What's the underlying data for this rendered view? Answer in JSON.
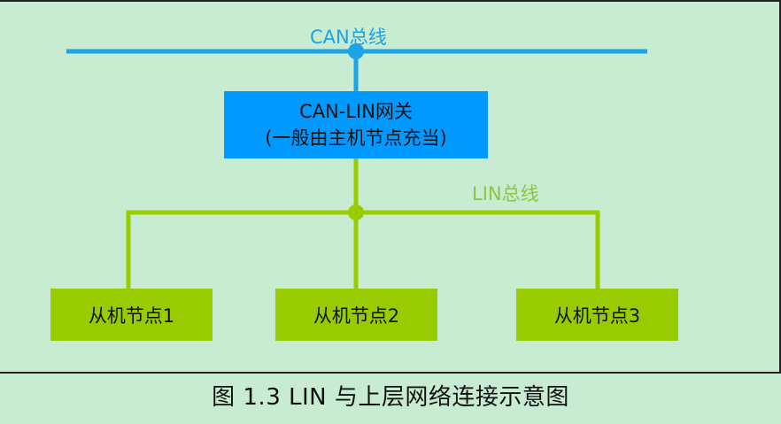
{
  "colors": {
    "background": "#c8ecd1",
    "can_bus": "#1aa3e8",
    "lin_bus": "#99cc00",
    "gateway_fill": "#0099ff",
    "node_fill": "#99cc00"
  },
  "diagram": {
    "can_bus_label": "CAN总线",
    "lin_bus_label": "LIN总线",
    "gateway": {
      "line1": "CAN-LIN网关",
      "line2": "(一般由主机节点充当)"
    },
    "slave_nodes": [
      {
        "label": "从机节点1"
      },
      {
        "label": "从机节点2"
      },
      {
        "label": "从机节点3"
      }
    ]
  },
  "caption": "图 1.3 LIN 与上层网络连接示意图"
}
